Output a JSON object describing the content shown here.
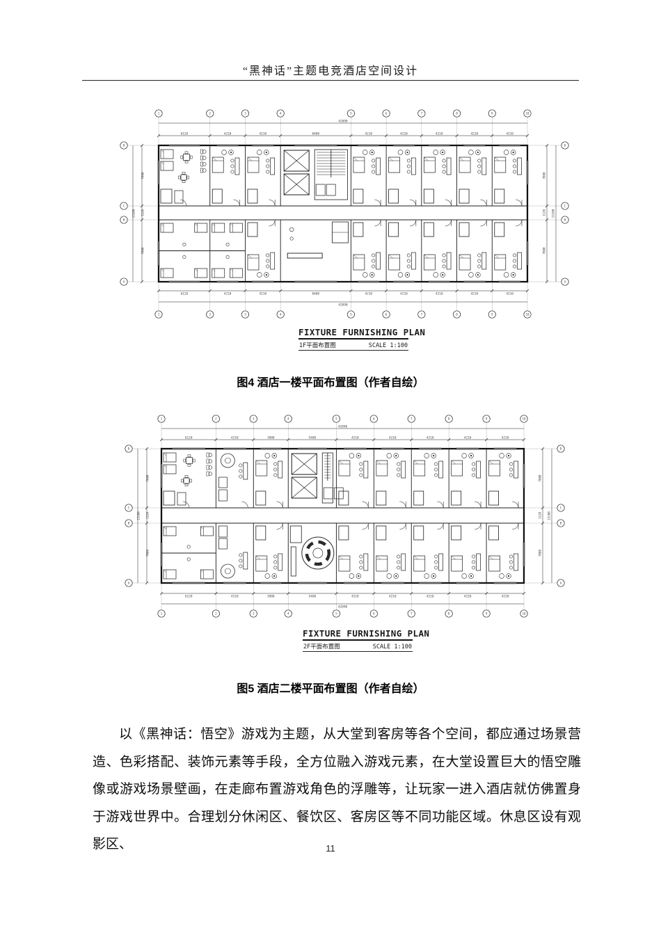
{
  "header": {
    "title": "“黑神话”主题电竞酒店空间设计"
  },
  "figures": [
    {
      "caption": "图4 酒店一楼平面布置图（作者自绘）",
      "plan": {
        "title": "FIXTURE FURNISHING PLAN",
        "subtitle": "1F平面布置图",
        "scale": "SCALE 1:100",
        "overall_top": "42090",
        "overall_side": "15280",
        "dims_top": [
          "6120",
          "4210",
          "4210",
          "8400",
          "4210",
          "4210",
          "4210",
          "4210",
          "4210"
        ],
        "dims_side": [
          "7080",
          "1120",
          "7080"
        ],
        "grid_cols": [
          "1",
          "2",
          "3",
          "4",
          "5",
          "6",
          "7",
          "8",
          "9",
          "10"
        ],
        "grid_rows": [
          "D",
          "C",
          "B",
          "A"
        ],
        "variant": "lobby"
      }
    },
    {
      "caption": "图5 酒店二楼平面布置图（作者自绘）",
      "plan": {
        "title": "FIXTURE FURNISHING PLAN",
        "subtitle": "2F平面布置图",
        "scale": "SCALE 1:100",
        "overall_top": "42090",
        "overall_side": "15280",
        "dims_top": [
          "6120",
          "4210",
          "3900",
          "5400",
          "4210",
          "4210",
          "4210",
          "4210",
          "4210"
        ],
        "dims_side": [
          "7080",
          "1120",
          "7080"
        ],
        "grid_cols": [
          "1",
          "2",
          "3",
          "4",
          "5",
          "6",
          "7",
          "8",
          "9",
          "10"
        ],
        "grid_rows": [
          "D",
          "C",
          "B",
          "A"
        ],
        "variant": "feature"
      }
    }
  ],
  "paragraph": {
    "text": "以《黑神话：悟空》游戏为主题，从大堂到客房等各个空间，都应通过场景营造、色彩搭配、装饰元素等手段，全方位融入游戏元素，在大堂设置巨大的悟空雕像或游戏场景壁画，在走廊布置游戏角色的浮雕等，让玩家一进入酒店就仿佛置身于游戏世界中。合理划分休闲区、餐饮区、客房区等不同功能区域。休息区设有观影区、"
  },
  "page": {
    "number": "11"
  }
}
